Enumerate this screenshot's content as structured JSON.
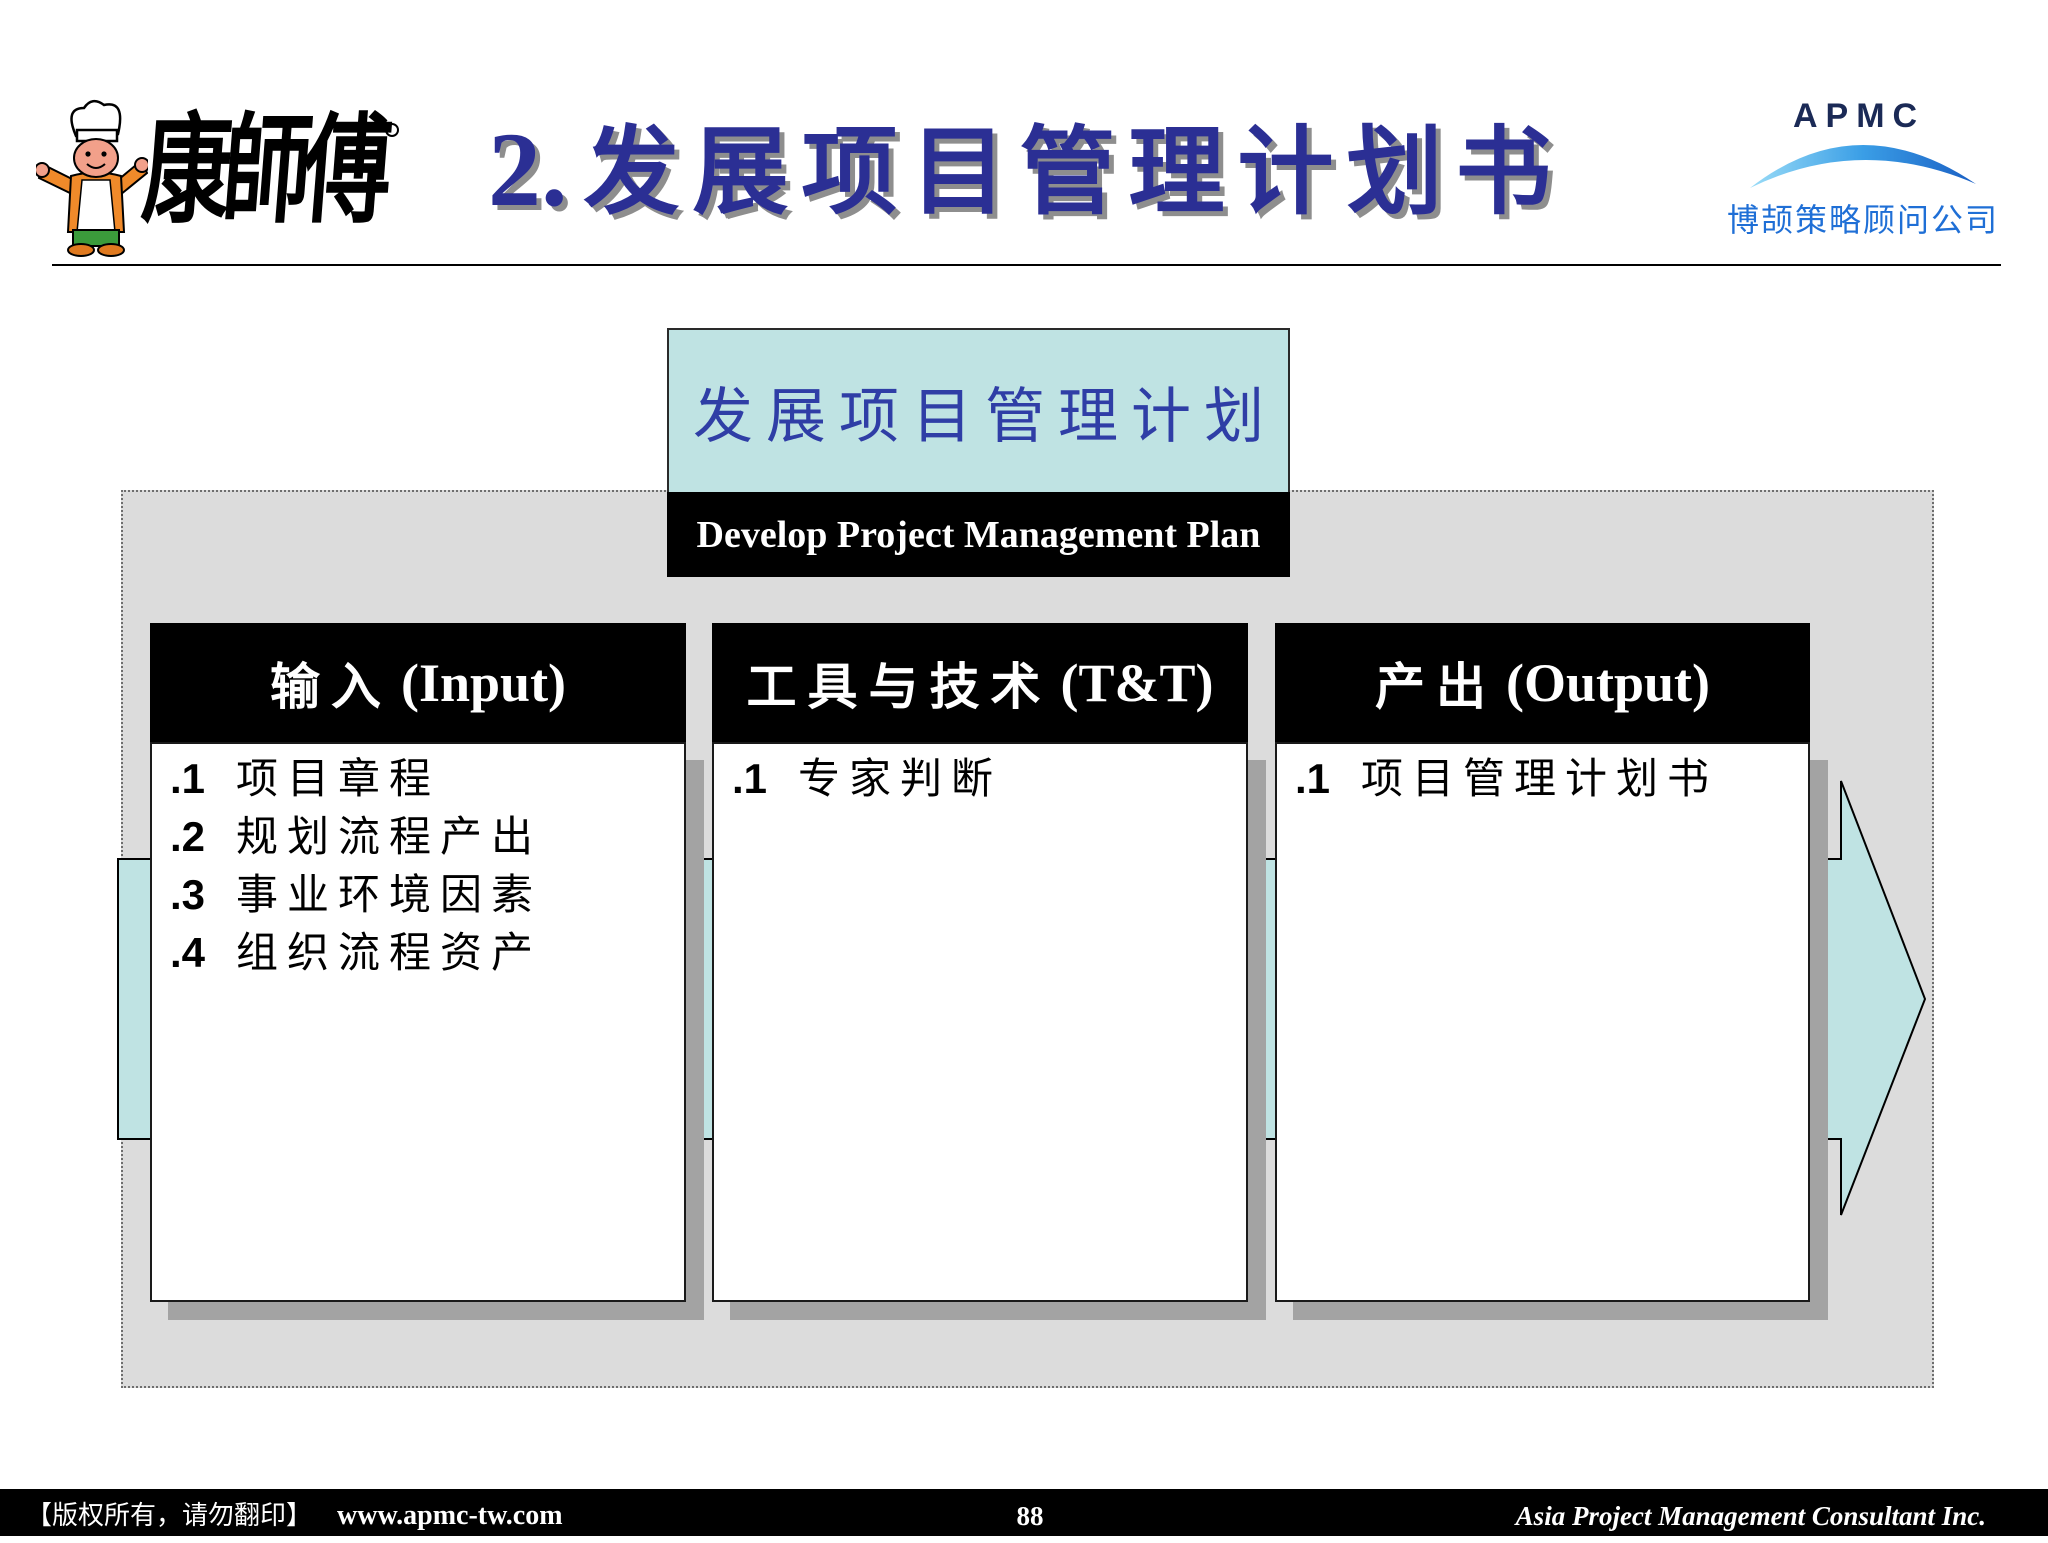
{
  "logo": {
    "brand_text": "康師傅"
  },
  "title": {
    "number": "2.",
    "text": "发展项目管理计划书"
  },
  "company_logo": {
    "abbr": "APMC",
    "name_zh": "博颉策略顾问公司"
  },
  "process": {
    "name_zh": "发展项目管理计划",
    "name_en": "Develop Project Management Plan",
    "columns": [
      {
        "header_zh": "输入",
        "header_en": "(Input)",
        "items": [
          {
            "num": ".1",
            "text": "项目章程"
          },
          {
            "num": ".2",
            "text": "规划流程产出"
          },
          {
            "num": ".3",
            "text": "事业环境因素"
          },
          {
            "num": ".4",
            "text": "组织流程资产"
          }
        ]
      },
      {
        "header_zh": "工具与技术",
        "header_en": "(T&T)",
        "items": [
          {
            "num": ".1",
            "text": "专家判断"
          }
        ]
      },
      {
        "header_zh": "产出",
        "header_en": "(Output)",
        "items": [
          {
            "num": ".1",
            "text": "项目管理计划书"
          }
        ]
      }
    ]
  },
  "footer": {
    "copyright": "【版权所有，请勿翻印】",
    "url": "www.apmc-tw.com",
    "page_number": "88",
    "company": "Asia Project Management Consultant Inc."
  },
  "colors": {
    "title": "#2b2f94",
    "title_shadow": "#8e8e8e",
    "panel": "#dcdcdc",
    "arrow_fill": "#bfe3e3",
    "box_fill": "#bfe3e3",
    "box_text": "#2f3ea6",
    "company_zh": "#1f6fd6",
    "apmc_text": "#1b2a56",
    "column_shadow": "#a3a3a3"
  }
}
